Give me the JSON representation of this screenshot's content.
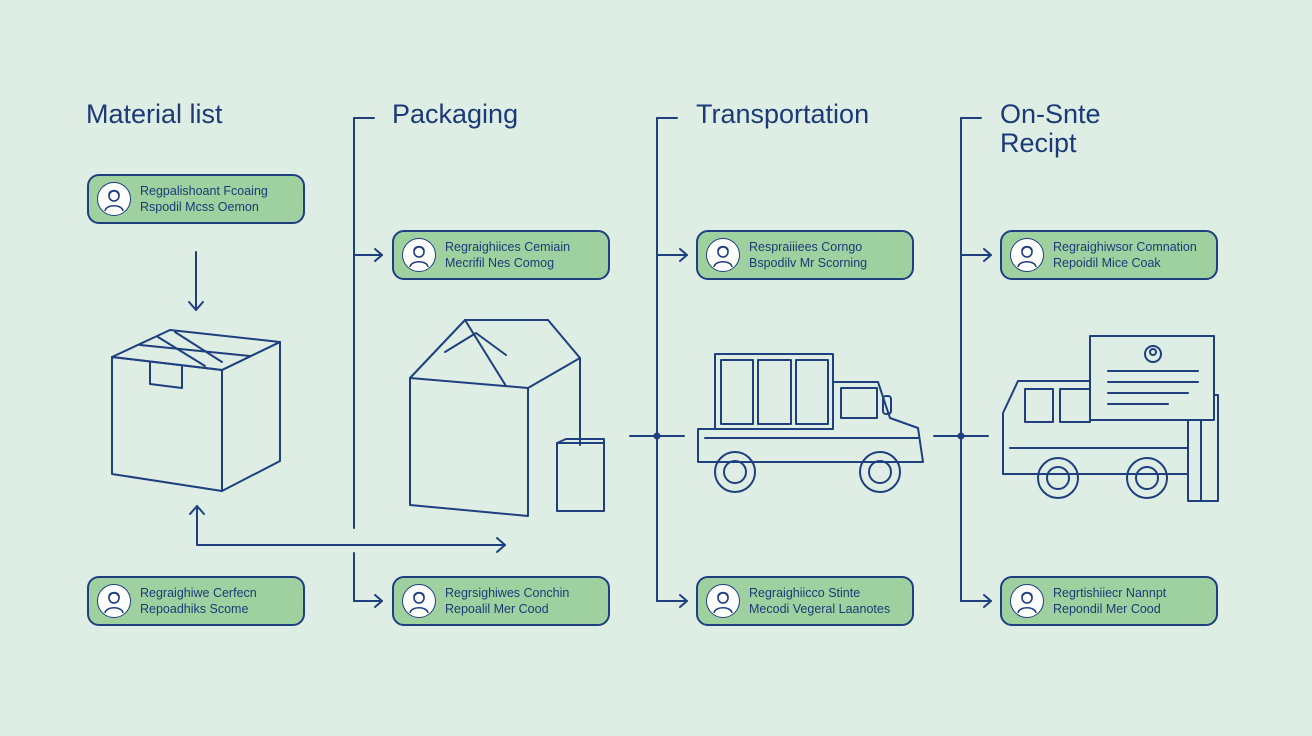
{
  "stages": [
    {
      "title": [
        "Material list"
      ],
      "top_card": {
        "line1": "Regpalishoant Fcoaing",
        "line2": "Rspodil Mcss Oemon"
      },
      "bottom_card": {
        "line1": "Regraighiwe Cerfecn",
        "line2": "Repoadhiks Scome"
      }
    },
    {
      "title": [
        "Packaging"
      ],
      "top_card": {
        "line1": "Regraighiices Cemiain",
        "line2": "Mecrifil Nes Comog"
      },
      "bottom_card": {
        "line1": "Regrsighiwes Conchin",
        "line2": "Repoalil Mer Cood"
      }
    },
    {
      "title": [
        "Transportation"
      ],
      "top_card": {
        "line1": "Respraiiiees Corngo",
        "line2": "Bspodilv Mr Scorning"
      },
      "bottom_card": {
        "line1": "Regraighiicco Stinte",
        "line2": "Mecodi Vegeral Laanotes"
      }
    },
    {
      "title": [
        "On-Snte",
        "Recipt"
      ],
      "top_card": {
        "line1": "Regraighiwsor Comnation",
        "line2": "Repoidil Mice Coak"
      },
      "bottom_card": {
        "line1": "Regrtishiiecr Nannpt",
        "line2": "Repondil Mer Cood"
      }
    }
  ],
  "colors": {
    "background": "#deeee4",
    "line": "#1f3f7f",
    "card_fill": "#9fd09f",
    "text": "#1d3a78"
  },
  "icons": [
    "user-avatar-icon",
    "box-icon",
    "package-house-icon",
    "truck-icon",
    "receipt-document-icon",
    "arrow-icon"
  ]
}
